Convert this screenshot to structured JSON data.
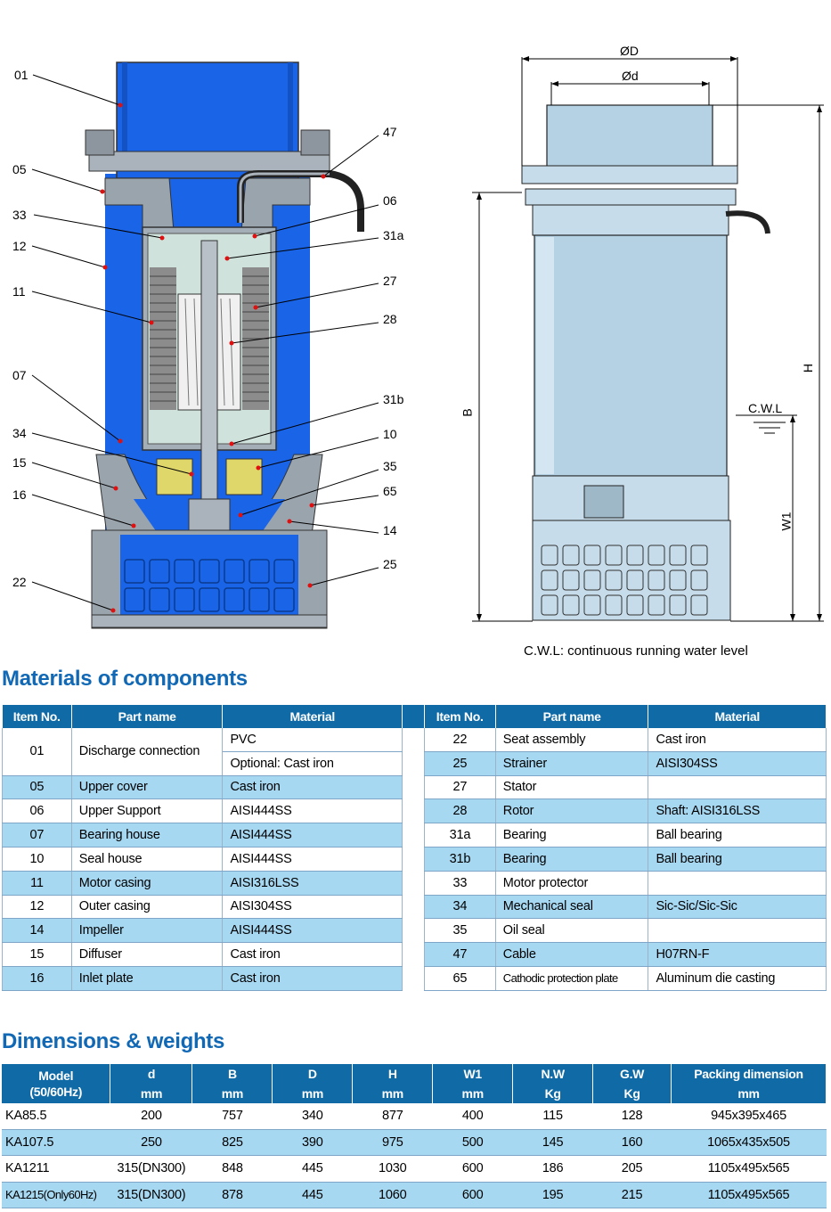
{
  "section_drawing": {
    "callouts_left": [
      "01",
      "05",
      "33",
      "12",
      "11",
      "07",
      "34",
      "15",
      "16",
      "22"
    ],
    "callouts_right": [
      "47",
      "06",
      "31a",
      "27",
      "28",
      "31b",
      "10",
      "35",
      "65",
      "14",
      "25"
    ]
  },
  "outline_drawing": {
    "label_D": "ØD",
    "label_d": "Ød",
    "label_H": "H",
    "label_B": "B",
    "label_W1": "W1",
    "label_cwl": "C.W.L",
    "note": "C.W.L: continuous running water level"
  },
  "materials": {
    "title": "Materials of components",
    "headers": [
      "Item No.",
      "Part name",
      "Material"
    ],
    "left": [
      {
        "no": "01",
        "part": "Discharge connection",
        "material": "PVC",
        "material2": "Optional: Cast iron"
      },
      {
        "no": "05",
        "part": "Upper cover",
        "material": "Cast iron"
      },
      {
        "no": "06",
        "part": "Upper Support",
        "material": "AISI444SS"
      },
      {
        "no": "07",
        "part": "Bearing house",
        "material": "AISI444SS"
      },
      {
        "no": "10",
        "part": "Seal house",
        "material": "AISI444SS"
      },
      {
        "no": "11",
        "part": "Motor casing",
        "material": "AISI316LSS"
      },
      {
        "no": "12",
        "part": "Outer casing",
        "material": "AISI304SS"
      },
      {
        "no": "14",
        "part": "Impeller",
        "material": "AISI444SS"
      },
      {
        "no": "15",
        "part": "Diffuser",
        "material": "Cast iron"
      },
      {
        "no": "16",
        "part": "Inlet plate",
        "material": "Cast iron"
      }
    ],
    "right": [
      {
        "no": "22",
        "part": "Seat assembly",
        "material": "Cast iron"
      },
      {
        "no": "25",
        "part": "Strainer",
        "material": "AISI304SS"
      },
      {
        "no": "27",
        "part": "Stator",
        "material": ""
      },
      {
        "no": "28",
        "part": "Rotor",
        "material": "Shaft: AISI316LSS"
      },
      {
        "no": "31a",
        "part": "Bearing",
        "material": "Ball bearing"
      },
      {
        "no": "31b",
        "part": "Bearing",
        "material": "Ball bearing"
      },
      {
        "no": "33",
        "part": "Motor protector",
        "material": ""
      },
      {
        "no": "34",
        "part": "Mechanical seal",
        "material": "Sic-Sic/Sic-Sic"
      },
      {
        "no": "35",
        "part": "Oil seal",
        "material": ""
      },
      {
        "no": "47",
        "part": "Cable",
        "material": "H07RN-F"
      },
      {
        "no": "65",
        "part": "Cathodic protection plate",
        "material": "Aluminum die casting"
      }
    ]
  },
  "dimensions": {
    "title": "Dimensions & weights",
    "headers": [
      "Model\n(50/60Hz)",
      "d",
      "B",
      "D",
      "H",
      "W1",
      "N.W",
      "G.W",
      "Packing dimension"
    ],
    "units": [
      "mm",
      "mm",
      "mm",
      "mm",
      "mm",
      "Kg",
      "Kg",
      "mm"
    ],
    "rows": [
      [
        "KA85.5",
        "200",
        "757",
        "340",
        "877",
        "400",
        "115",
        "128",
        "945x395x465"
      ],
      [
        "KA107.5",
        "250",
        "825",
        "390",
        "975",
        "500",
        "145",
        "160",
        "1065x435x505"
      ],
      [
        "KA1211",
        "315(DN300)",
        "848",
        "445",
        "1030",
        "600",
        "186",
        "205",
        "1105x495x565"
      ],
      [
        "KA1215(Only60Hz)",
        "315(DN300)",
        "878",
        "445",
        "1060",
        "600",
        "195",
        "215",
        "1105x495x565"
      ]
    ]
  },
  "colors": {
    "blue_fill": "#1a64e8",
    "grey_metal": "#9aa4ad",
    "header_blue": "#0f6aa6",
    "row_alt": "#a7d8f2",
    "title_blue": "#1168b4",
    "pump_body": "#b4d2e4"
  }
}
